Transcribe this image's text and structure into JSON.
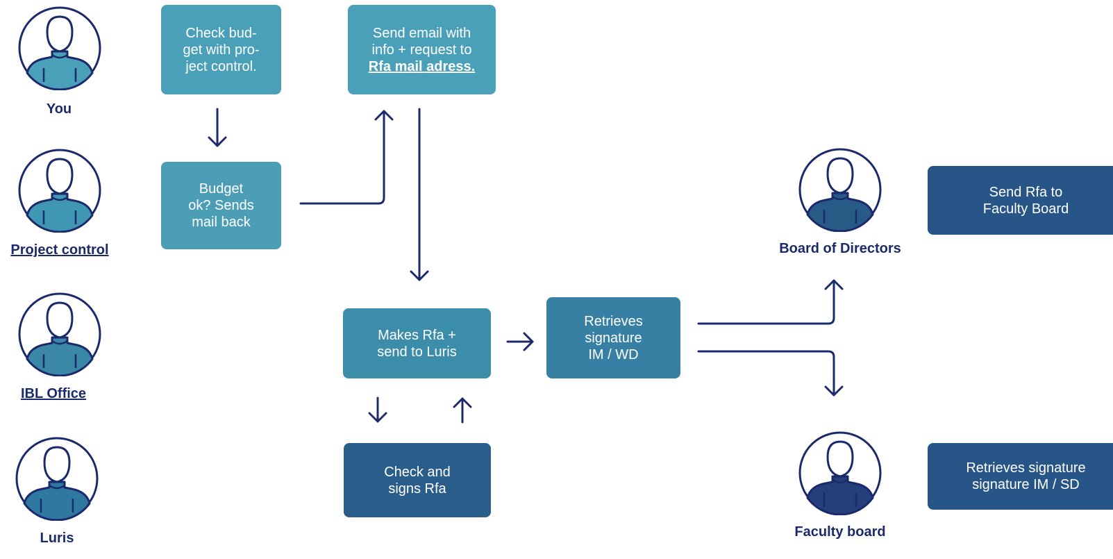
{
  "colors": {
    "navy": "#1b2a6b",
    "teal_light": "#4ba0b9",
    "teal_mid": "#3b8daa",
    "teal_steel": "#3880a3",
    "blue_dark": "#2a5d8a",
    "blue_darker": "#285587"
  },
  "actors": {
    "you": {
      "label": "You",
      "icon": "person-icon"
    },
    "project_control": {
      "label": "Project control",
      "icon": "person-icon"
    },
    "ibl_office": {
      "label": "IBL Office",
      "icon": "person-icon"
    },
    "luris": {
      "label": "Luris",
      "icon": "person-icon"
    },
    "board_of_directors": {
      "label": "Board of Directors",
      "icon": "person-icon"
    },
    "faculty_board": {
      "label": "Faculty board",
      "icon": "person-icon"
    }
  },
  "steps": {
    "check_budget": {
      "lines": [
        "Check bud-",
        "get with pro-",
        "ject control."
      ]
    },
    "send_email": {
      "lines": [
        "Send email with",
        "info + request to"
      ],
      "link": "Rfa mail adress."
    },
    "budget_ok": {
      "lines": [
        "Budget",
        "ok? Sends",
        "mail back"
      ]
    },
    "makes_rfa": {
      "lines": [
        "Makes Rfa +",
        "send to Luris"
      ]
    },
    "retrieves_signature": {
      "lines": [
        "Retrieves",
        "signature",
        "IM / WD"
      ]
    },
    "check_signs": {
      "lines": [
        "Check and",
        "signs Rfa"
      ]
    },
    "send_rfa_faculty": {
      "lines": [
        "Send Rfa to",
        "Faculty Board"
      ]
    },
    "retrieves_signature_sd": {
      "lines": [
        "Retrieves signature",
        "signature IM / SD"
      ]
    }
  }
}
